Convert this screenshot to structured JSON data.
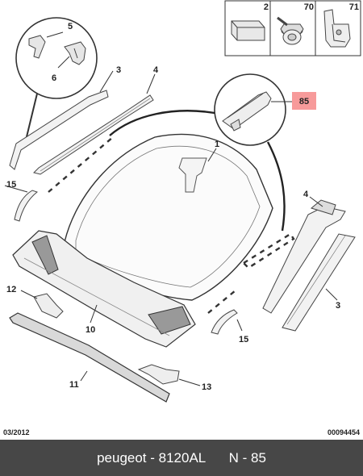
{
  "diagram": {
    "callouts": {
      "c1": "1",
      "c2": "2",
      "c3_top": "3",
      "c3_right": "3",
      "c4_top": "4",
      "c4_right": "4",
      "c5": "5",
      "c6": "6",
      "c10": "10",
      "c11": "11",
      "c12": "12",
      "c13": "13",
      "c15_left": "15",
      "c15_right": "15",
      "c70": "70",
      "c71": "71",
      "c85": "85"
    },
    "highlight_color": "#f79a9a",
    "line_color": "#333333"
  },
  "footer": {
    "date_code": "03/2012",
    "doc_code": "00094454",
    "brand": "peugeot",
    "part_number": "8120AL",
    "page_ref": "N - 85"
  }
}
